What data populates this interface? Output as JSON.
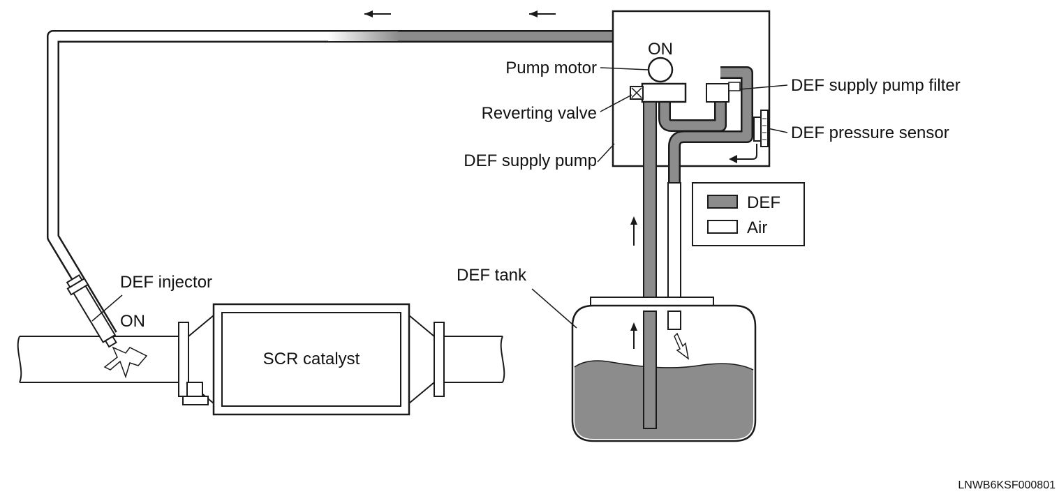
{
  "labels": {
    "pump_on": "ON",
    "pump_motor": "Pump motor",
    "reverting_valve": "Reverting valve",
    "def_supply_pump": "DEF supply pump",
    "def_supply_pump_filter": "DEF supply pump filter",
    "def_pressure_sensor": "DEF pressure sensor",
    "def_tank": "DEF tank",
    "def_injector": "DEF injector",
    "injector_on": "ON",
    "scr_catalyst": "SCR catalyst",
    "figure_code": "LNWB6KSF000801"
  },
  "legend": {
    "items": [
      {
        "label": "DEF",
        "color": "#8c8c8c"
      },
      {
        "label": "Air",
        "color": "#ffffff"
      }
    ]
  },
  "colors": {
    "def_fill": "#8c8c8c",
    "outline": "#1a1a1a",
    "background": "#ffffff"
  }
}
